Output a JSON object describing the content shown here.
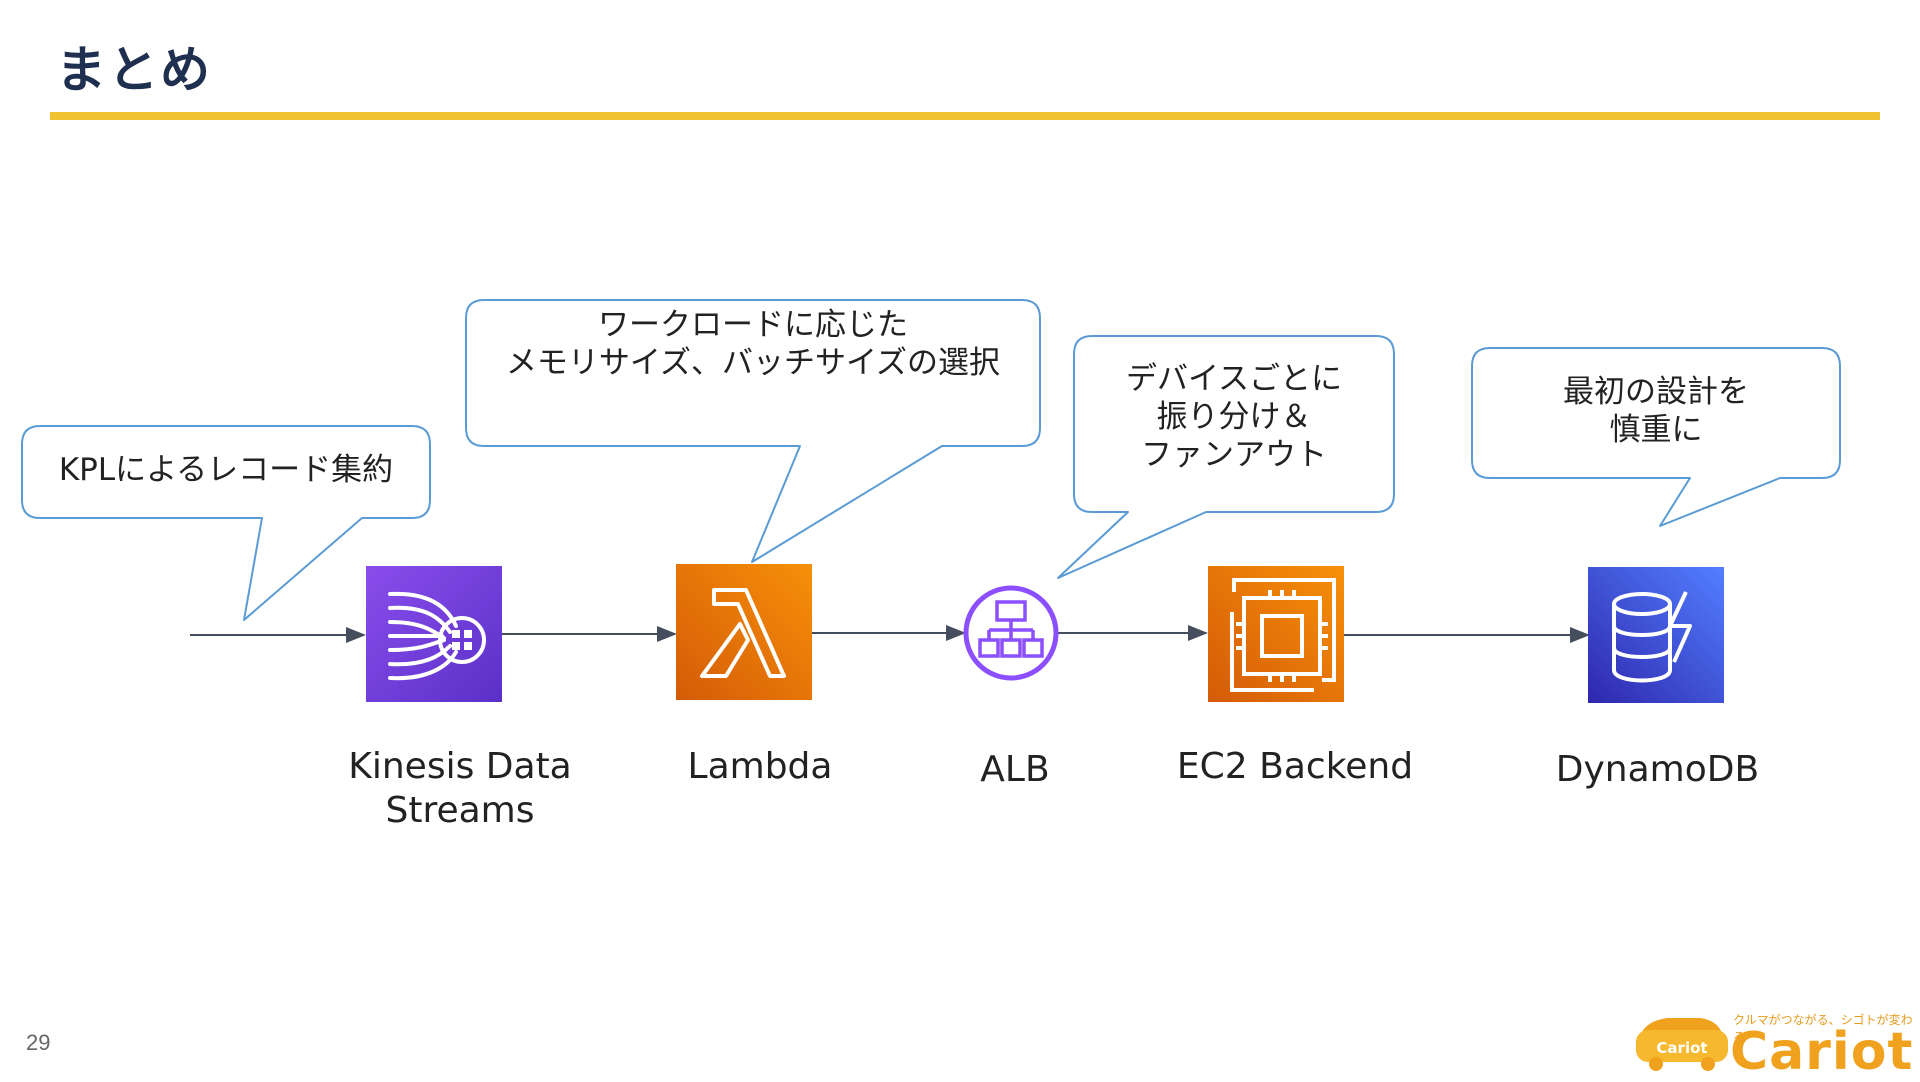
{
  "title": "まとめ",
  "page_number": "29",
  "accent_color": "#f1c232",
  "services": [
    {
      "name": "Kinesis Data\nStreams",
      "icon": "kinesis-data-streams-icon",
      "color": "#7b3fe0"
    },
    {
      "name": "Lambda",
      "icon": "lambda-icon",
      "color": "#ed7100"
    },
    {
      "name": "ALB",
      "icon": "alb-icon",
      "color": "#8c4fff"
    },
    {
      "name": "EC2 Backend",
      "icon": "ec2-icon",
      "color": "#ed7100"
    },
    {
      "name": "DynamoDB",
      "icon": "dynamodb-icon",
      "color": "#3b48cc"
    }
  ],
  "callouts": [
    {
      "text": "KPLによるレコード集約"
    },
    {
      "text": "ワークロードに応じた\nメモリサイズ、バッチサイズの選択"
    },
    {
      "text": "デバイスごとに\n振り分け＆\nファンアウト"
    },
    {
      "text": "最初の設計を\n慎重に"
    }
  ],
  "logo": {
    "tagline": "クルマがつながる、シゴトが変わる",
    "wordmark": "Cariot",
    "badge": "Cariot"
  }
}
